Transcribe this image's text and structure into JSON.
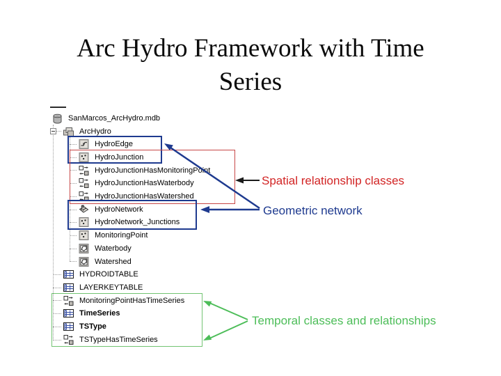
{
  "slide": {
    "title_line1": "Arc Hydro Framework with Time",
    "title_line2": "Series"
  },
  "tree": {
    "items": [
      {
        "label": "SanMarcos_ArcHydro.mdb",
        "level": 0,
        "icon": "geodatabase",
        "bold": false
      },
      {
        "label": "ArcHydro",
        "level": 1,
        "icon": "feature-dataset",
        "bold": false,
        "expander": "minus"
      },
      {
        "label": "HydroEdge",
        "level": 2,
        "icon": "line-feature-class",
        "bold": false
      },
      {
        "label": "HydroJunction",
        "level": 2,
        "icon": "point-feature-class",
        "bold": false
      },
      {
        "label": "HydroJunctionHasMonitoringPoint",
        "level": 2,
        "icon": "relationship-class",
        "bold": false
      },
      {
        "label": "HydroJunctionHasWaterbody",
        "level": 2,
        "icon": "relationship-class",
        "bold": false
      },
      {
        "label": "HydroJunctionHasWatershed",
        "level": 2,
        "icon": "relationship-class",
        "bold": false
      },
      {
        "label": "HydroNetwork",
        "level": 2,
        "icon": "geometric-network",
        "bold": false
      },
      {
        "label": "HydroNetwork_Junctions",
        "level": 2,
        "icon": "point-feature-class",
        "bold": false
      },
      {
        "label": "MonitoringPoint",
        "level": 2,
        "icon": "point-feature-class",
        "bold": false
      },
      {
        "label": "Waterbody",
        "level": 2,
        "icon": "polygon-feature-class",
        "bold": false
      },
      {
        "label": "Watershed",
        "level": 2,
        "icon": "polygon-feature-class",
        "bold": false
      },
      {
        "label": "HYDROIDTABLE",
        "level": 1,
        "icon": "table",
        "bold": false
      },
      {
        "label": "LAYERKEYTABLE",
        "level": 1,
        "icon": "table",
        "bold": false
      },
      {
        "label": "MonitoringPointHasTimeSeries",
        "level": 1,
        "icon": "relationship-class",
        "bold": false
      },
      {
        "label": "TimeSeries",
        "level": 1,
        "icon": "table",
        "bold": true
      },
      {
        "label": "TSType",
        "level": 1,
        "icon": "table",
        "bold": true
      },
      {
        "label": "TSTypeHasTimeSeries",
        "level": 1,
        "icon": "relationship-class",
        "bold": false
      }
    ]
  },
  "annotations": {
    "spatial": {
      "label": "Spatial relationship classes",
      "color": "#d22424",
      "arrow_color": "#1a1a1a"
    },
    "geometric": {
      "label": "Geometric network",
      "color": "#1e3a8f",
      "arrow_color": "#1e3a8f"
    },
    "temporal": {
      "label": "Temporal classes and relationships",
      "color": "#4cbd58",
      "arrow_color": "#4cbd58"
    }
  },
  "highlight_boxes": {
    "geometric_network_feature_classes": {
      "color": "#1e3a8f",
      "encloses": [
        "HydroEdge",
        "HydroJunction"
      ]
    },
    "spatial_relationship_classes": {
      "color": "#c74646",
      "encloses": [
        "HydroJunction",
        "HydroJunctionHasMonitoringPoint",
        "HydroJunctionHasWaterbody",
        "HydroJunctionHasWatershed"
      ]
    },
    "geometric_network": {
      "color": "#1e3a8f",
      "encloses": [
        "HydroNetwork",
        "HydroNetwork_Junctions"
      ]
    },
    "temporal_classes": {
      "color": "#72c472",
      "encloses": [
        "MonitoringPointHasTimeSeries",
        "TimeSeries",
        "TSType",
        "TSTypeHasTimeSeries"
      ]
    }
  }
}
